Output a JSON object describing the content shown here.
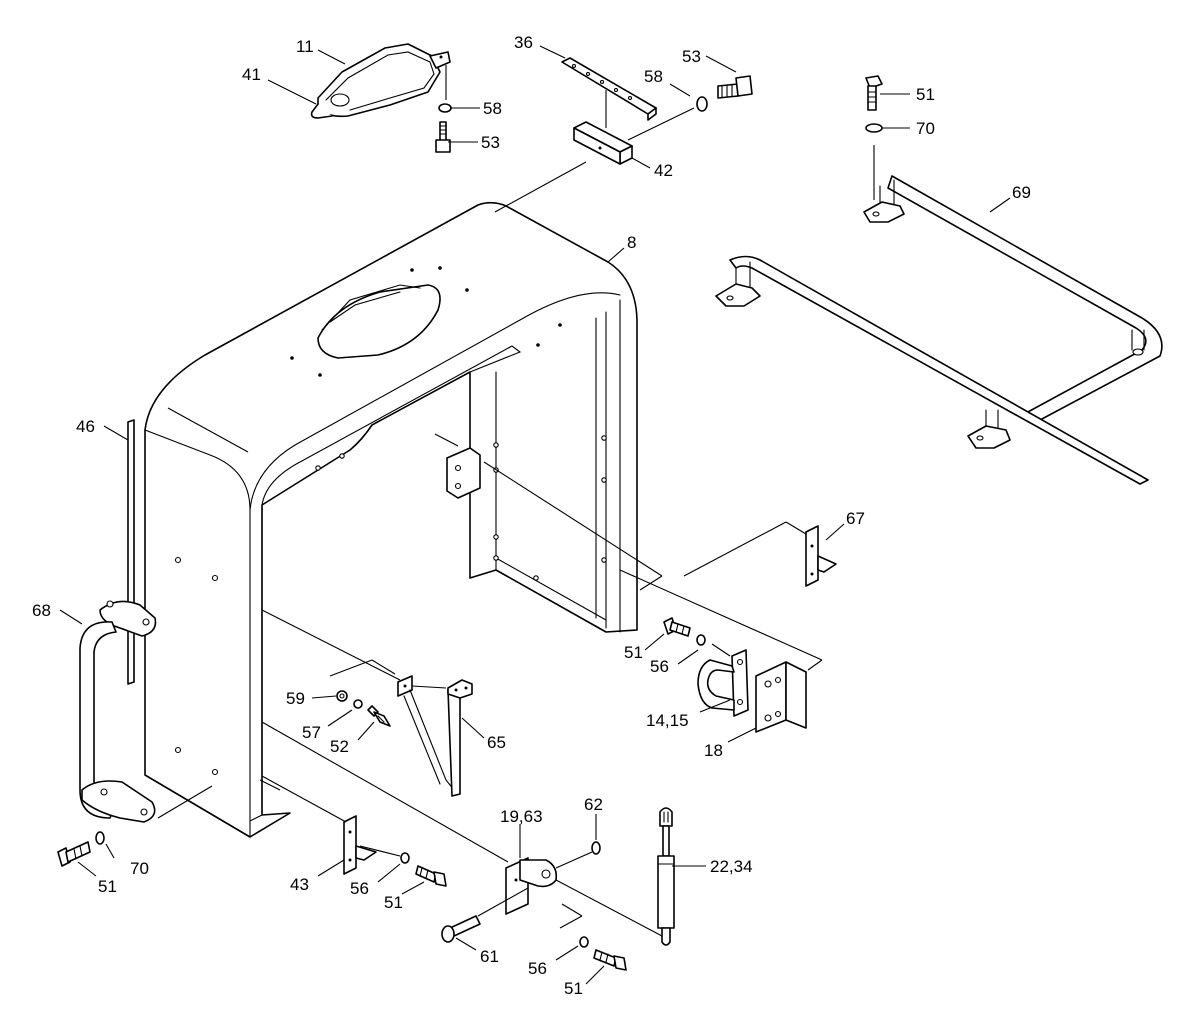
{
  "callouts": [
    {
      "id": "c11",
      "text": "11"
    },
    {
      "id": "c41",
      "text": "41"
    },
    {
      "id": "c58a",
      "text": "58"
    },
    {
      "id": "c53a",
      "text": "53"
    },
    {
      "id": "c36",
      "text": "36"
    },
    {
      "id": "c53b",
      "text": "53"
    },
    {
      "id": "c58b",
      "text": "58"
    },
    {
      "id": "c42",
      "text": "42"
    },
    {
      "id": "c51a",
      "text": "51"
    },
    {
      "id": "c70a",
      "text": "70"
    },
    {
      "id": "c69",
      "text": "69"
    },
    {
      "id": "c8",
      "text": "8"
    },
    {
      "id": "c46",
      "text": "46"
    },
    {
      "id": "c67",
      "text": "67"
    },
    {
      "id": "c68",
      "text": "68"
    },
    {
      "id": "c51b",
      "text": "51"
    },
    {
      "id": "c56a",
      "text": "56"
    },
    {
      "id": "c59",
      "text": "59"
    },
    {
      "id": "c57",
      "text": "57"
    },
    {
      "id": "c52",
      "text": "52"
    },
    {
      "id": "c65",
      "text": "65"
    },
    {
      "id": "c1415",
      "text": "14,15"
    },
    {
      "id": "c18",
      "text": "18"
    },
    {
      "id": "c62",
      "text": "62"
    },
    {
      "id": "c1963",
      "text": "19,63"
    },
    {
      "id": "c2234",
      "text": "22,34"
    },
    {
      "id": "c43",
      "text": "43"
    },
    {
      "id": "c56b",
      "text": "56"
    },
    {
      "id": "c51c",
      "text": "51"
    },
    {
      "id": "c70b",
      "text": "70"
    },
    {
      "id": "c51d",
      "text": "51"
    },
    {
      "id": "c61",
      "text": "61"
    },
    {
      "id": "c56c",
      "text": "56"
    },
    {
      "id": "c51e",
      "text": "51"
    }
  ],
  "colors": {
    "line": "#000000",
    "background": "#ffffff"
  }
}
